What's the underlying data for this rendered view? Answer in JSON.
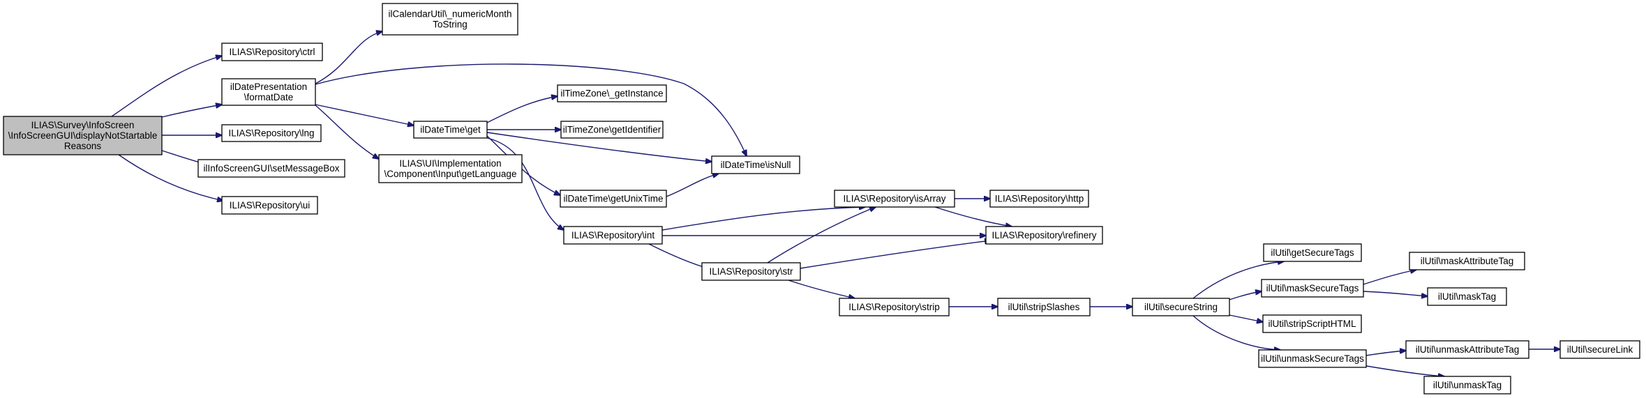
{
  "colors": {
    "edge": "#191970",
    "root_fill": "#bfbfbf",
    "node_fill": "#ffffff",
    "border": "#000000"
  },
  "nodes": {
    "root": [
      "ILIAS\\Survey\\InfoScreen",
      "\\InfoScreenGUI\\displayNotStartable",
      "Reasons"
    ],
    "ctrl": [
      "ILIAS\\Repository\\ctrl"
    ],
    "formatDate": [
      "ilDatePresentation",
      "\\formatDate"
    ],
    "lng": [
      "ILIAS\\Repository\\lng"
    ],
    "setMessageBox": [
      "ilInfoScreenGUI\\setMessageBox"
    ],
    "ui": [
      "ILIAS\\Repository\\ui"
    ],
    "numericMonth": [
      "ilCalendarUtil\\_numericMonth",
      "ToString"
    ],
    "dtget": [
      "ilDateTime\\get"
    ],
    "getLanguage": [
      "ILIAS\\UI\\Implementation",
      "\\Component\\Input\\getLanguage"
    ],
    "tzInstance": [
      "ilTimeZone\\_getInstance"
    ],
    "tzIdentifier": [
      "ilTimeZone\\getIdentifier"
    ],
    "isNull": [
      "ilDateTime\\isNull"
    ],
    "unixTime": [
      "ilDateTime\\getUnixTime"
    ],
    "repoInt": [
      "ILIAS\\Repository\\int"
    ],
    "repoStr": [
      "ILIAS\\Repository\\str"
    ],
    "isArray": [
      "ILIAS\\Repository\\isArray"
    ],
    "http": [
      "ILIAS\\Repository\\http"
    ],
    "refinery": [
      "ILIAS\\Repository\\refinery"
    ],
    "strip": [
      "ILIAS\\Repository\\strip"
    ],
    "stripSlashes": [
      "ilUtil\\stripSlashes"
    ],
    "secureString": [
      "ilUtil\\secureString"
    ],
    "getSecureTags": [
      "ilUtil\\getSecureTags"
    ],
    "maskSecureTags": [
      "ilUtil\\maskSecureTags"
    ],
    "stripScriptHTML": [
      "ilUtil\\stripScriptHTML"
    ],
    "unmaskSecureTags": [
      "ilUtil\\unmaskSecureTags"
    ],
    "maskAttributeTag": [
      "ilUtil\\maskAttributeTag"
    ],
    "maskTag": [
      "ilUtil\\maskTag"
    ],
    "unmaskAttributeTag": [
      "ilUtil\\unmaskAttributeTag"
    ],
    "secureLink": [
      "ilUtil\\secureLink"
    ],
    "unmaskTag": [
      "ilUtil\\unmaskTag"
    ]
  }
}
